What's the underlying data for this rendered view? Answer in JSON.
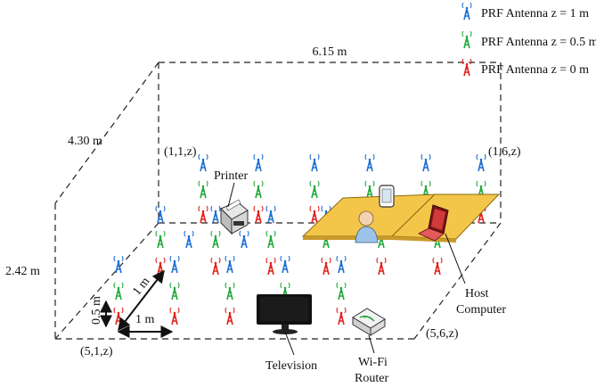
{
  "legend": [
    {
      "label": "PRF Antenna z = 1 m",
      "color": "#1f6fd1"
    },
    {
      "label": "PRF Antenna z = 0.5 m",
      "color": "#22a83a"
    },
    {
      "label": "PRF Antenna z = 0 m",
      "color": "#e0201b"
    }
  ],
  "dimensions": {
    "width": "6.15 m",
    "depth": "4.30 m",
    "height": "2.42 m",
    "spacing_x": "1 m",
    "spacing_diag": "1 m",
    "spacing_z": "0.5 m"
  },
  "corners": {
    "back_left": "(1,1,z)",
    "back_right": "(1,6,z)",
    "front_left": "(5,1,z)",
    "front_right": "(5,6,z)"
  },
  "devices": {
    "printer": "Printer",
    "television": "Television",
    "router_line1": "Wi-Fi",
    "router_line2": "Router",
    "host_line1": "Host",
    "host_line2": "Computer"
  },
  "colors": {
    "blue": "#1f6fd1",
    "green": "#22a83a",
    "red": "#e0201b",
    "desk": "#f3c64a"
  }
}
